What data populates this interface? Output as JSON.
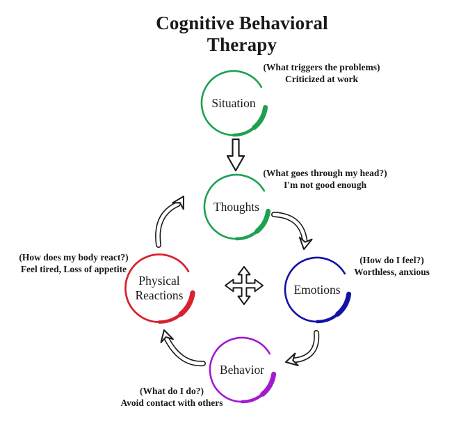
{
  "title": "Cognitive Behavioral Therapy",
  "colors": {
    "green": "#1da150",
    "blue": "#1212a5",
    "red": "#d92130",
    "purple": "#a21ad0",
    "ink": "#1a1a1a",
    "background": "#ffffff"
  },
  "nodes": {
    "situation": {
      "label": "Situation",
      "color": "#1da150",
      "annotation": {
        "line1": "(What triggers the problems)",
        "line2": "Criticized at work"
      }
    },
    "thoughts": {
      "label": "Thoughts",
      "color": "#1da150",
      "annotation": {
        "line1": "(What goes through my head?)",
        "line2": "I'm not good enough"
      }
    },
    "emotions": {
      "label": "Emotions",
      "color": "#1212a5",
      "annotation": {
        "line1": "(How do I feel?)",
        "line2": "Worthless, anxious"
      }
    },
    "physical_reactions": {
      "label_line1": "Physical",
      "label_line2": "Reactions",
      "color": "#d92130",
      "annotation": {
        "line1": "(How does my body react?)",
        "line2": "Feel tired, Loss of appetite"
      }
    },
    "behavior": {
      "label": "Behavior",
      "color": "#a21ad0",
      "annotation": {
        "line1": "(What do I do?)",
        "line2": "Avoid contact with others"
      }
    }
  },
  "icons": {
    "situation_to_thoughts": "down-arrow",
    "thoughts_to_emotions": "curved-arrow-down-right",
    "emotions_to_behavior": "curved-arrow-down-left",
    "behavior_to_physical": "curved-arrow-up-left",
    "physical_to_thoughts": "curved-arrow-up-right",
    "center": "four-way-move-arrows"
  }
}
